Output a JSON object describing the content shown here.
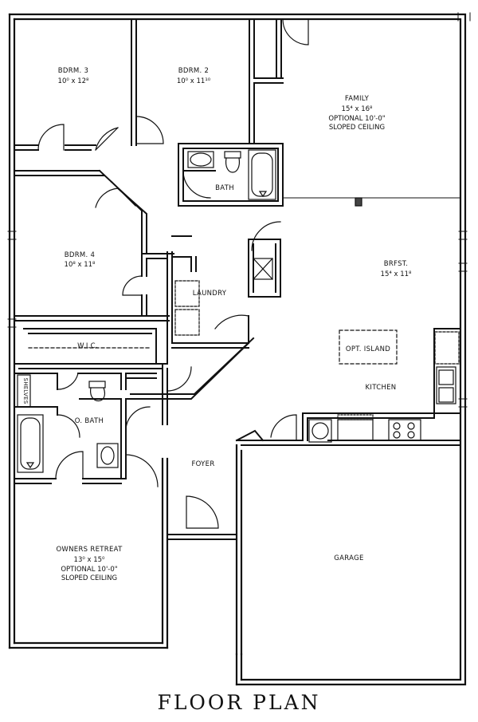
{
  "caption": "FLOOR PLAN",
  "rooms": {
    "bdrm3": {
      "name": "BDRM. 3",
      "size": "10⁰ x 12⁸"
    },
    "bdrm2": {
      "name": "BDRM. 2",
      "size": "10⁰ x 11¹⁰"
    },
    "family": {
      "name": "FAMILY",
      "size": "15⁴ x 16⁸",
      "note1": "OPTIONAL 10'-0\"",
      "note2": "SLOPED CEILING"
    },
    "bath": {
      "name": "BATH"
    },
    "bdrm4": {
      "name": "BDRM. 4",
      "size": "10⁸ x 11⁸"
    },
    "brfst": {
      "name": "BRFST.",
      "size": "15⁴ x 11⁸"
    },
    "laundry": {
      "name": "LAUNDRY"
    },
    "wic": {
      "name": "W.I.C."
    },
    "island": {
      "name": "OPT. ISLAND"
    },
    "shelves": {
      "name": "SHELVES"
    },
    "kitchen": {
      "name": "KITCHEN"
    },
    "obath": {
      "name": "O. BATH"
    },
    "foyer": {
      "name": "FOYER"
    },
    "garage": {
      "name": "GARAGE"
    },
    "owners": {
      "name": "OWNERS RETREAT",
      "size": "13⁰ x 15⁰",
      "note1": "OPTIONAL 10'-0\"",
      "note2": "SLOPED CEILING"
    }
  }
}
